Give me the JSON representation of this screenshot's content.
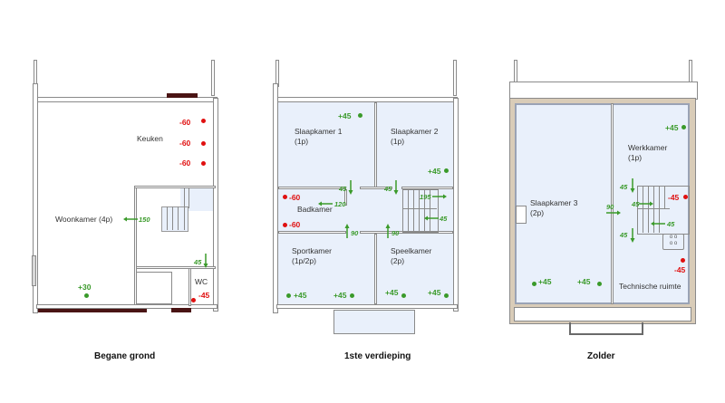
{
  "floors": [
    {
      "caption": "Begane grond",
      "rooms": [
        {
          "name": "Keuken"
        },
        {
          "name": "Woonkamer (4p)"
        },
        {
          "name": "WC"
        }
      ],
      "points": [
        {
          "value": "-60",
          "type": "exhaust",
          "room": "Keuken"
        },
        {
          "value": "-60",
          "type": "exhaust",
          "room": "Keuken"
        },
        {
          "value": "-60",
          "type": "exhaust",
          "room": "Keuken"
        },
        {
          "value": "+30",
          "type": "supply",
          "room": "Woonkamer"
        },
        {
          "value": "-45",
          "type": "exhaust",
          "room": "WC"
        }
      ],
      "flows": [
        {
          "value": "150",
          "direction": "left"
        },
        {
          "value": "45",
          "direction": "down"
        }
      ]
    },
    {
      "caption": "1ste verdieping",
      "rooms": [
        {
          "name": "Slaapkamer 1",
          "occupancy": "(1p)"
        },
        {
          "name": "Slaapkamer 2",
          "occupancy": "(1p)"
        },
        {
          "name": "Badkamer"
        },
        {
          "name": "Sportkamer",
          "occupancy": "(1p/2p)"
        },
        {
          "name": "Speelkamer",
          "occupancy": "(2p)"
        }
      ],
      "points": [
        {
          "value": "+45",
          "type": "supply",
          "room": "Slaapkamer 1"
        },
        {
          "value": "+45",
          "type": "supply",
          "room": "Slaapkamer 2"
        },
        {
          "value": "-60",
          "type": "exhaust",
          "room": "Badkamer"
        },
        {
          "value": "-60",
          "type": "exhaust",
          "room": "Badkamer"
        },
        {
          "value": "+45",
          "type": "supply",
          "room": "Sportkamer"
        },
        {
          "value": "+45",
          "type": "supply",
          "room": "Sportkamer"
        },
        {
          "value": "+45",
          "type": "supply",
          "room": "Speelkamer"
        },
        {
          "value": "+45",
          "type": "supply",
          "room": "Speelkamer"
        }
      ],
      "flows": [
        {
          "value": "45",
          "direction": "down"
        },
        {
          "value": "45",
          "direction": "down"
        },
        {
          "value": "120",
          "direction": "left"
        },
        {
          "value": "195",
          "direction": "right"
        },
        {
          "value": "45",
          "direction": "left"
        },
        {
          "value": "90",
          "direction": "up"
        },
        {
          "value": "90",
          "direction": "up"
        }
      ]
    },
    {
      "caption": "Zolder",
      "rooms": [
        {
          "name": "Slaapkamer 3",
          "occupancy": "(2p)"
        },
        {
          "name": "Werkkamer",
          "occupancy": "(1p)"
        },
        {
          "name": "Technische ruimte"
        }
      ],
      "points": [
        {
          "value": "+45",
          "type": "supply",
          "room": "Werkkamer"
        },
        {
          "value": "-45",
          "type": "exhaust",
          "room": "Trap"
        },
        {
          "value": "-45",
          "type": "exhaust",
          "room": "Technische ruimte"
        },
        {
          "value": "+45",
          "type": "supply",
          "room": "Slaapkamer 3"
        },
        {
          "value": "+45",
          "type": "supply",
          "room": "Slaapkamer 3"
        }
      ],
      "flows": [
        {
          "value": "45",
          "direction": "down"
        },
        {
          "value": "90",
          "direction": "right"
        },
        {
          "value": "45",
          "direction": "right"
        },
        {
          "value": "45",
          "direction": "left"
        },
        {
          "value": "45",
          "direction": "down"
        }
      ]
    }
  ],
  "colors": {
    "supply": "#3a9a2a",
    "exhaust": "#e01010",
    "room_fill": "#e9f0fb",
    "wall": "#8a8a8a",
    "window_dark": "#4a1414"
  }
}
